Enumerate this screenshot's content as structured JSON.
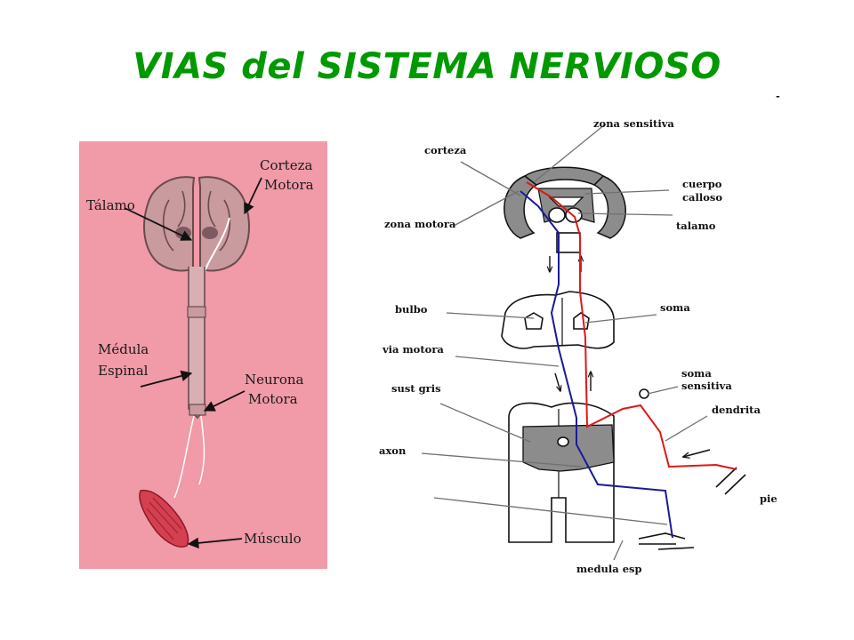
{
  "title": "VIAS del SISTEMA NERVIOSO",
  "left_panel": {
    "background": "#f19aa8",
    "labels": {
      "corteza_motora": [
        "Corteza",
        "Motora"
      ],
      "talamo": "Tálamo",
      "medula_espinal": [
        "Médula",
        "Espinal"
      ],
      "neurona_motora": [
        "Neurona",
        "Motora"
      ],
      "musculo": "Músculo"
    }
  },
  "right_panel": {
    "corner_mark": "-",
    "labels": {
      "zona_sensitiva": "zona sensitiva",
      "corteza": "corteza",
      "cuerpo_calloso": [
        "cuerpo",
        "calloso"
      ],
      "zona_motora": "zona motora",
      "talamo": "talamo",
      "bulbo": "bulbo",
      "soma": "soma",
      "via_motora": "via motora",
      "soma_sensitiva": [
        "soma",
        "sensitiva"
      ],
      "sust_gris": "sust gris",
      "dendrita": "dendrita",
      "axon": "axon",
      "pie": "pie",
      "medula_esp": "medula esp"
    },
    "colors": {
      "sensory_path": "#e01818",
      "motor_path": "#1a1a99",
      "gray_matter": "#8c8c8c"
    }
  }
}
